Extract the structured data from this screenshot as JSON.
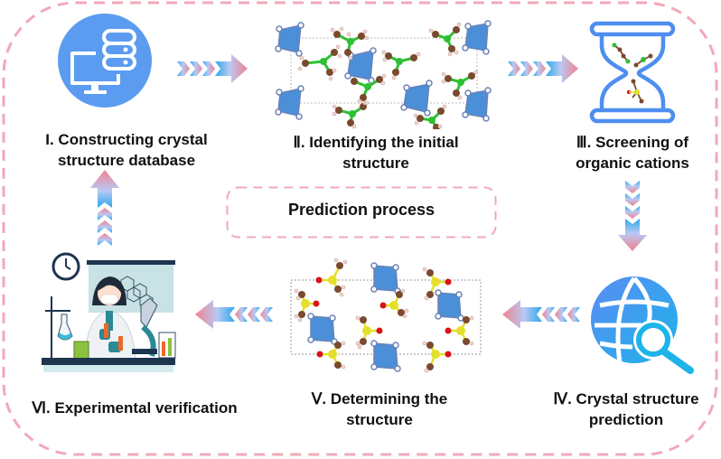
{
  "diagram": {
    "title": "Prediction process",
    "colors": {
      "frame": "#f2a9b8",
      "arrow_head": "#ee8a98",
      "arrow_chevron": "#29a8ec",
      "icon_blue": "#5b9cf0",
      "globe_blue": "#2aa3ee",
      "octahedron": "#4a8fd8",
      "nitrogen": "#2ec033",
      "carbon": "#7a4a2e",
      "hydrogen": "#f0d6d2",
      "sulfur": "#e4e02a",
      "oxygen": "#d8141a"
    },
    "steps": [
      {
        "id": "I",
        "line1": "I. Constructing crystal",
        "line2": "structure database",
        "icon": "database-computer-icon"
      },
      {
        "id": "II",
        "line1": "Ⅱ. Identifying the initial",
        "line2": "structure",
        "icon": "initial-crystal-structure-image"
      },
      {
        "id": "III",
        "line1": "Ⅲ. Screening of",
        "line2": "organic cations",
        "icon": "hourglass-icon"
      },
      {
        "id": "IV",
        "line1": "Ⅳ. Crystal structure",
        "line2": "prediction",
        "icon": "globe-search-icon"
      },
      {
        "id": "V",
        "line1": "Ⅴ. Determining the",
        "line2": "structure",
        "icon": "determined-crystal-structure-image"
      },
      {
        "id": "VI",
        "line1": "Ⅵ. Experimental verification",
        "line2": "",
        "icon": "scientist-lab-illustration"
      }
    ],
    "flow": [
      {
        "from": "I",
        "to": "II",
        "direction": "right"
      },
      {
        "from": "II",
        "to": "III",
        "direction": "right"
      },
      {
        "from": "III",
        "to": "IV",
        "direction": "down"
      },
      {
        "from": "IV",
        "to": "V",
        "direction": "left"
      },
      {
        "from": "V",
        "to": "VI",
        "direction": "left"
      },
      {
        "from": "VI",
        "to": "I",
        "direction": "up"
      }
    ]
  }
}
